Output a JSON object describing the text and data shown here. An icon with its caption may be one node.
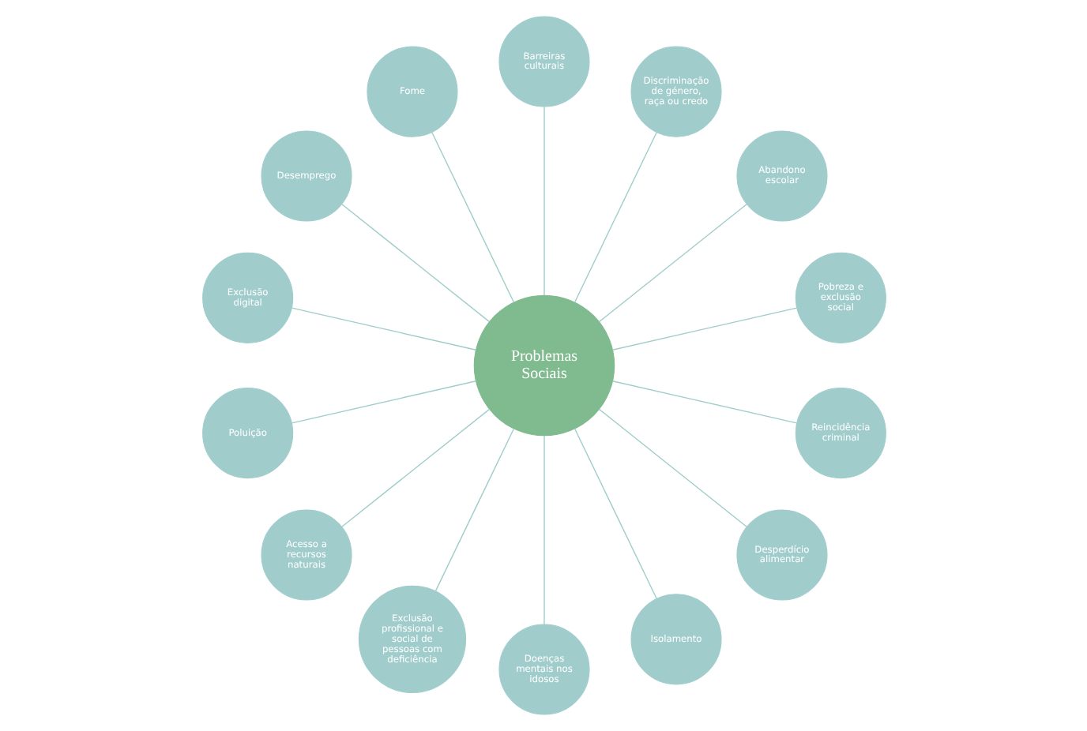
{
  "diagram": {
    "nodes": [
      {
        "text": [
          "Pobreza e exclusão social"
        ]
      },
      {
        "text": [
          "Abandono escolar"
        ]
      },
      {
        "text": [
          "Discriminação de género, raça ou credo"
        ]
      },
      {
        "text": [
          "Barreiras culturais"
        ]
      },
      {
        "text": [
          "Fome"
        ]
      },
      {
        "text": [
          "Problemas Sociais"
        ]
      },
      {
        "text": [
          "Desemprego"
        ]
      },
      {
        "text": [
          "Exclusão digital"
        ]
      },
      {
        "text": [
          "Poluição"
        ]
      },
      {
        "text": [
          "Acesso a recursos naturais"
        ]
      },
      {
        "text": [
          "Exclusão profissional e social de pessoas com deficiência"
        ]
      },
      {
        "text": [
          "Doenças mentais nos idosos"
        ]
      },
      {
        "text": [
          "Isolamento"
        ]
      },
      {
        "text": [
          "Desperdício alimentar"
        ]
      },
      {
        "text": [
          "Reincidência criminal"
        ]
      }
    ],
    "edges": [
      {
        "from": 5,
        "to": 0,
        "arrow": "none"
      },
      {
        "from": 5,
        "to": 1,
        "arrow": "none"
      },
      {
        "from": 5,
        "to": 2,
        "arrow": "none"
      },
      {
        "from": 5,
        "to": 3,
        "arrow": "none"
      },
      {
        "from": 5,
        "to": 4,
        "arrow": "none"
      },
      {
        "from": 5,
        "to": 6,
        "arrow": "none"
      },
      {
        "from": 5,
        "to": 7,
        "arrow": "none"
      },
      {
        "from": 5,
        "to": 8,
        "arrow": "none"
      },
      {
        "from": 5,
        "to": 9,
        "arrow": "none"
      },
      {
        "from": 5,
        "to": 10,
        "arrow": "none"
      },
      {
        "from": 5,
        "to": 11,
        "arrow": "none"
      },
      {
        "from": 5,
        "to": 12,
        "arrow": "none"
      },
      {
        "from": 5,
        "to": 13,
        "arrow": "none"
      },
      {
        "from": 5,
        "to": 14,
        "arrow": "none"
      }
    ]
  }
}
